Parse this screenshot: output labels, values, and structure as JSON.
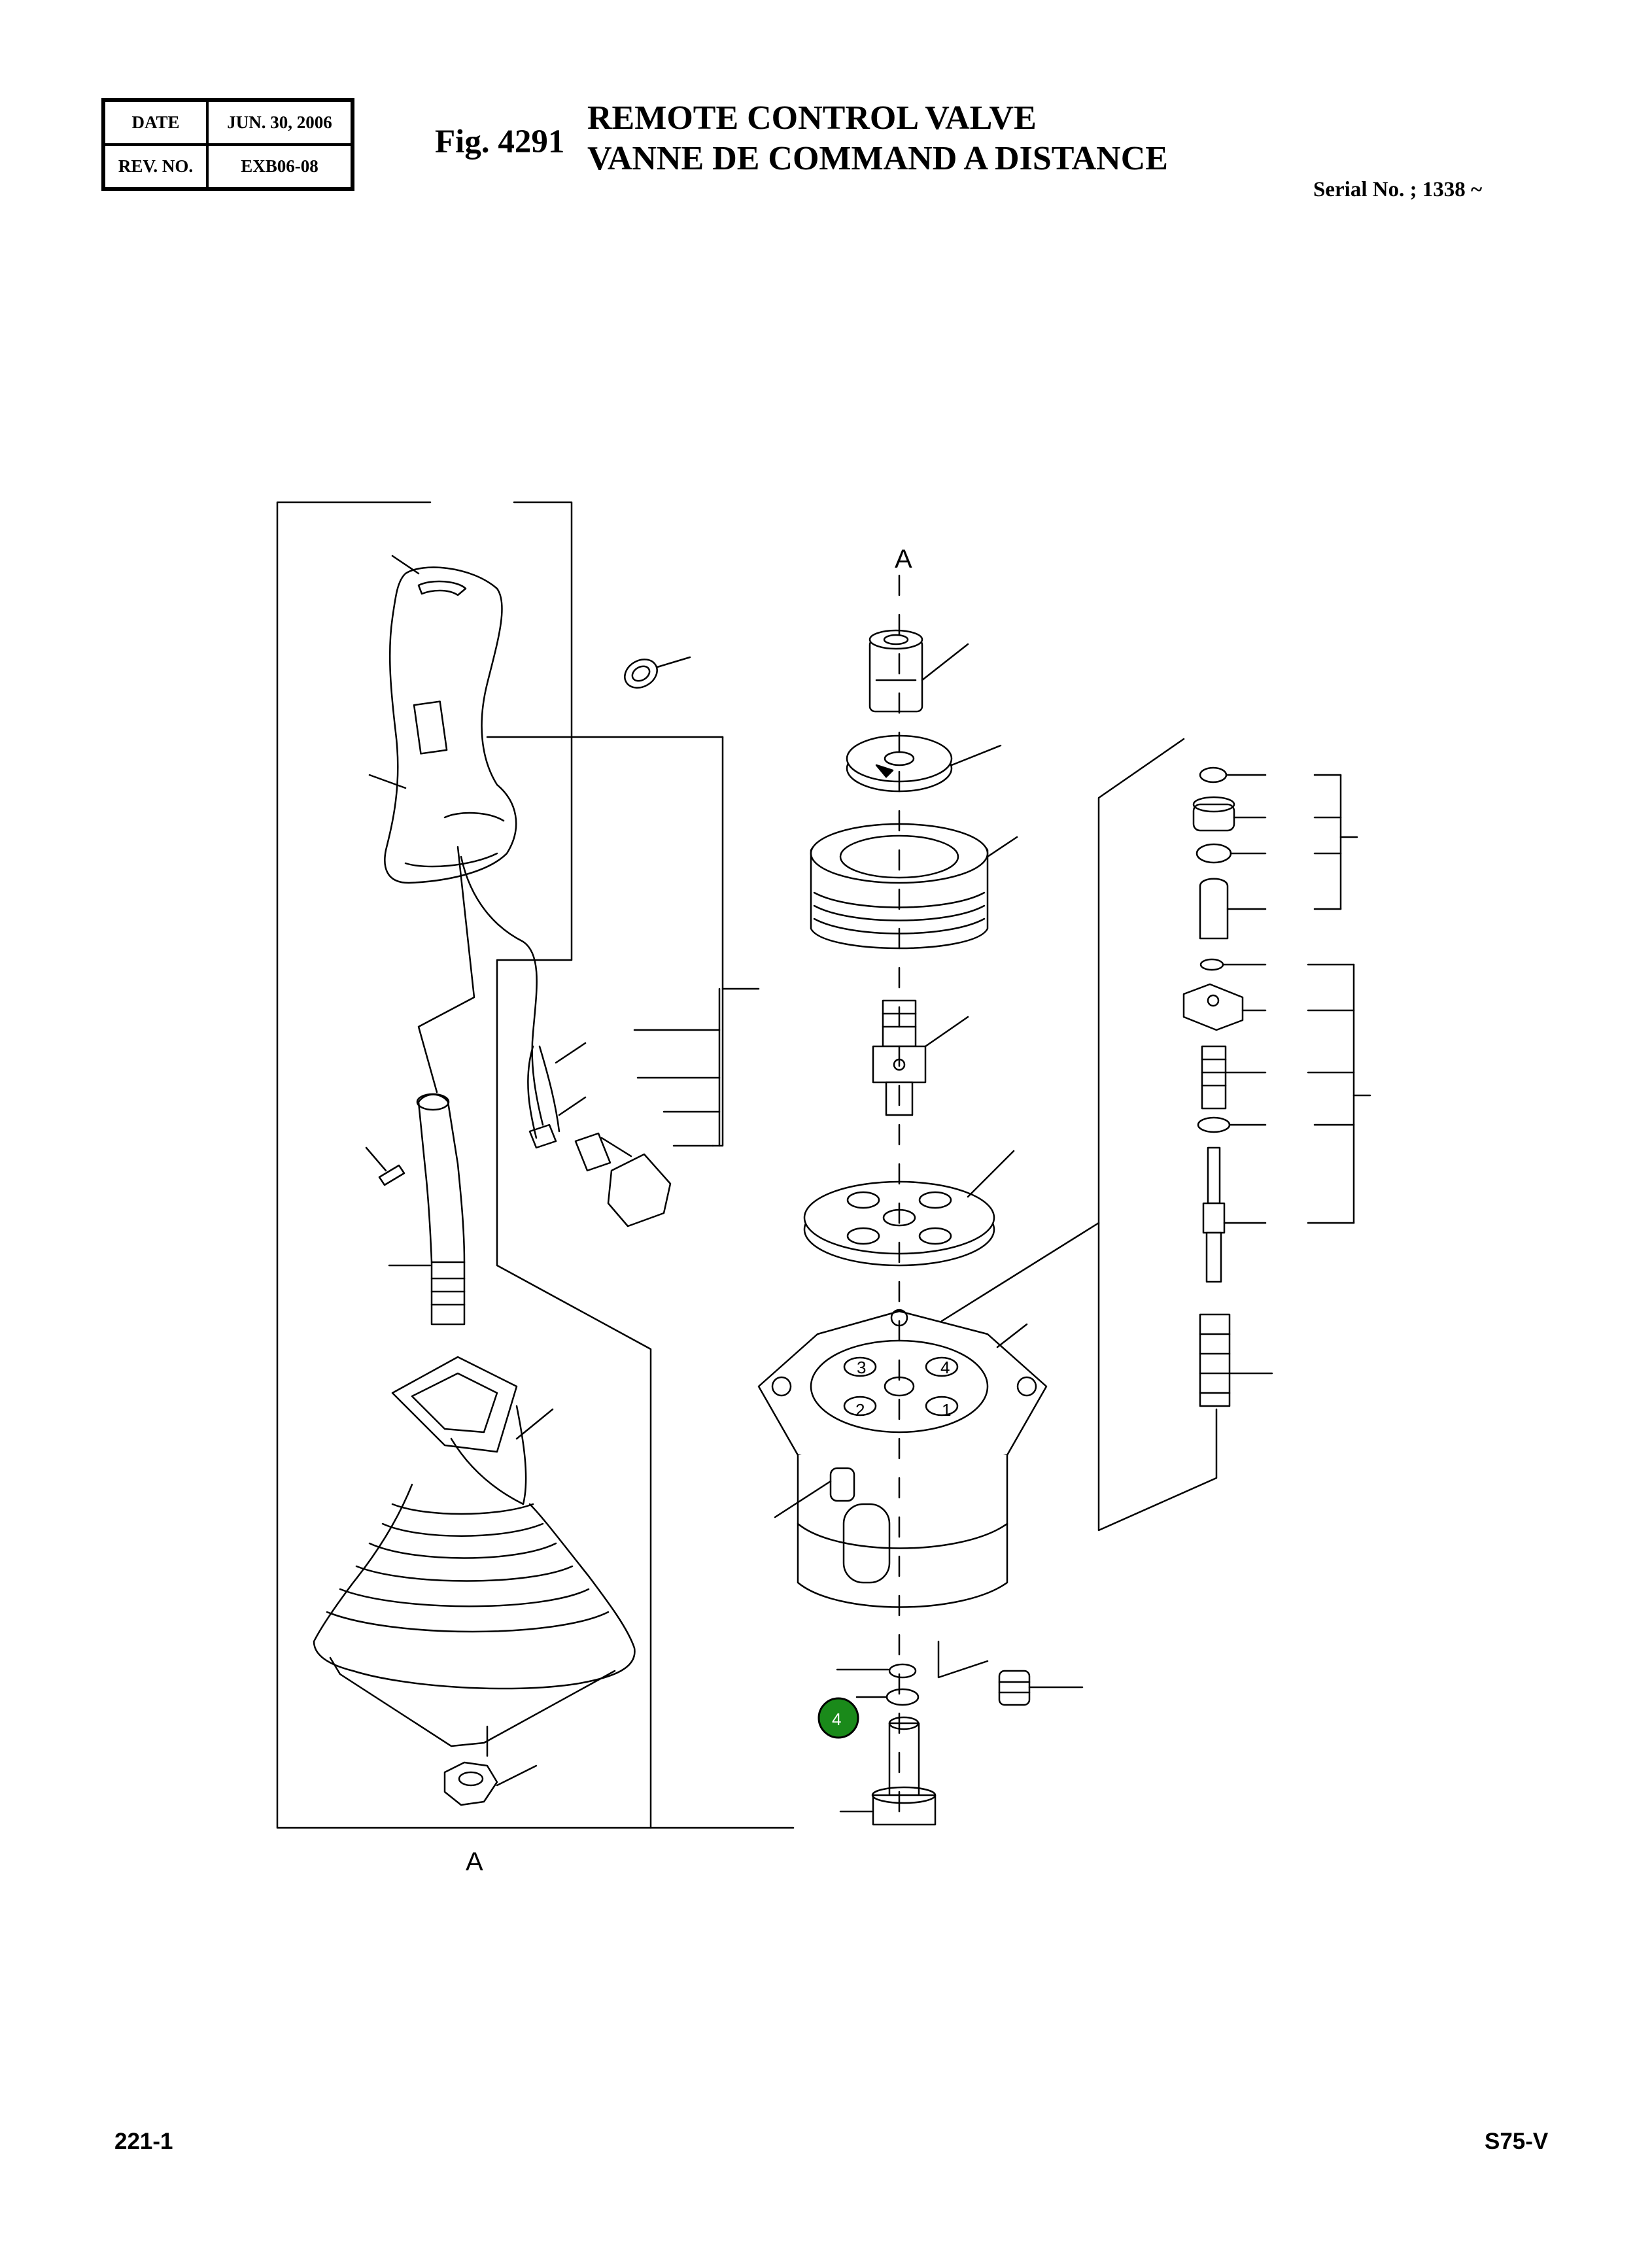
{
  "header": {
    "date_label": "DATE",
    "date_value": "JUN. 30, 2006",
    "rev_label": "REV. NO.",
    "rev_value": "EXB06-08",
    "fig_label": "Fig. 4291",
    "title_en": "REMOTE CONTROL VALVE",
    "title_fr": "VANNE DE COMMAND A DISTANCE",
    "serial": "Serial No. ; 1338 ~"
  },
  "diagram": {
    "ref_top": "A",
    "ref_bottom": "A",
    "port_numbers": [
      "3",
      "4",
      "2",
      "1"
    ],
    "callout": {
      "number": "4",
      "color": "#1a8a1a"
    },
    "line_color": "#000000"
  },
  "footer": {
    "page": "221-1",
    "model": "S75-V"
  }
}
